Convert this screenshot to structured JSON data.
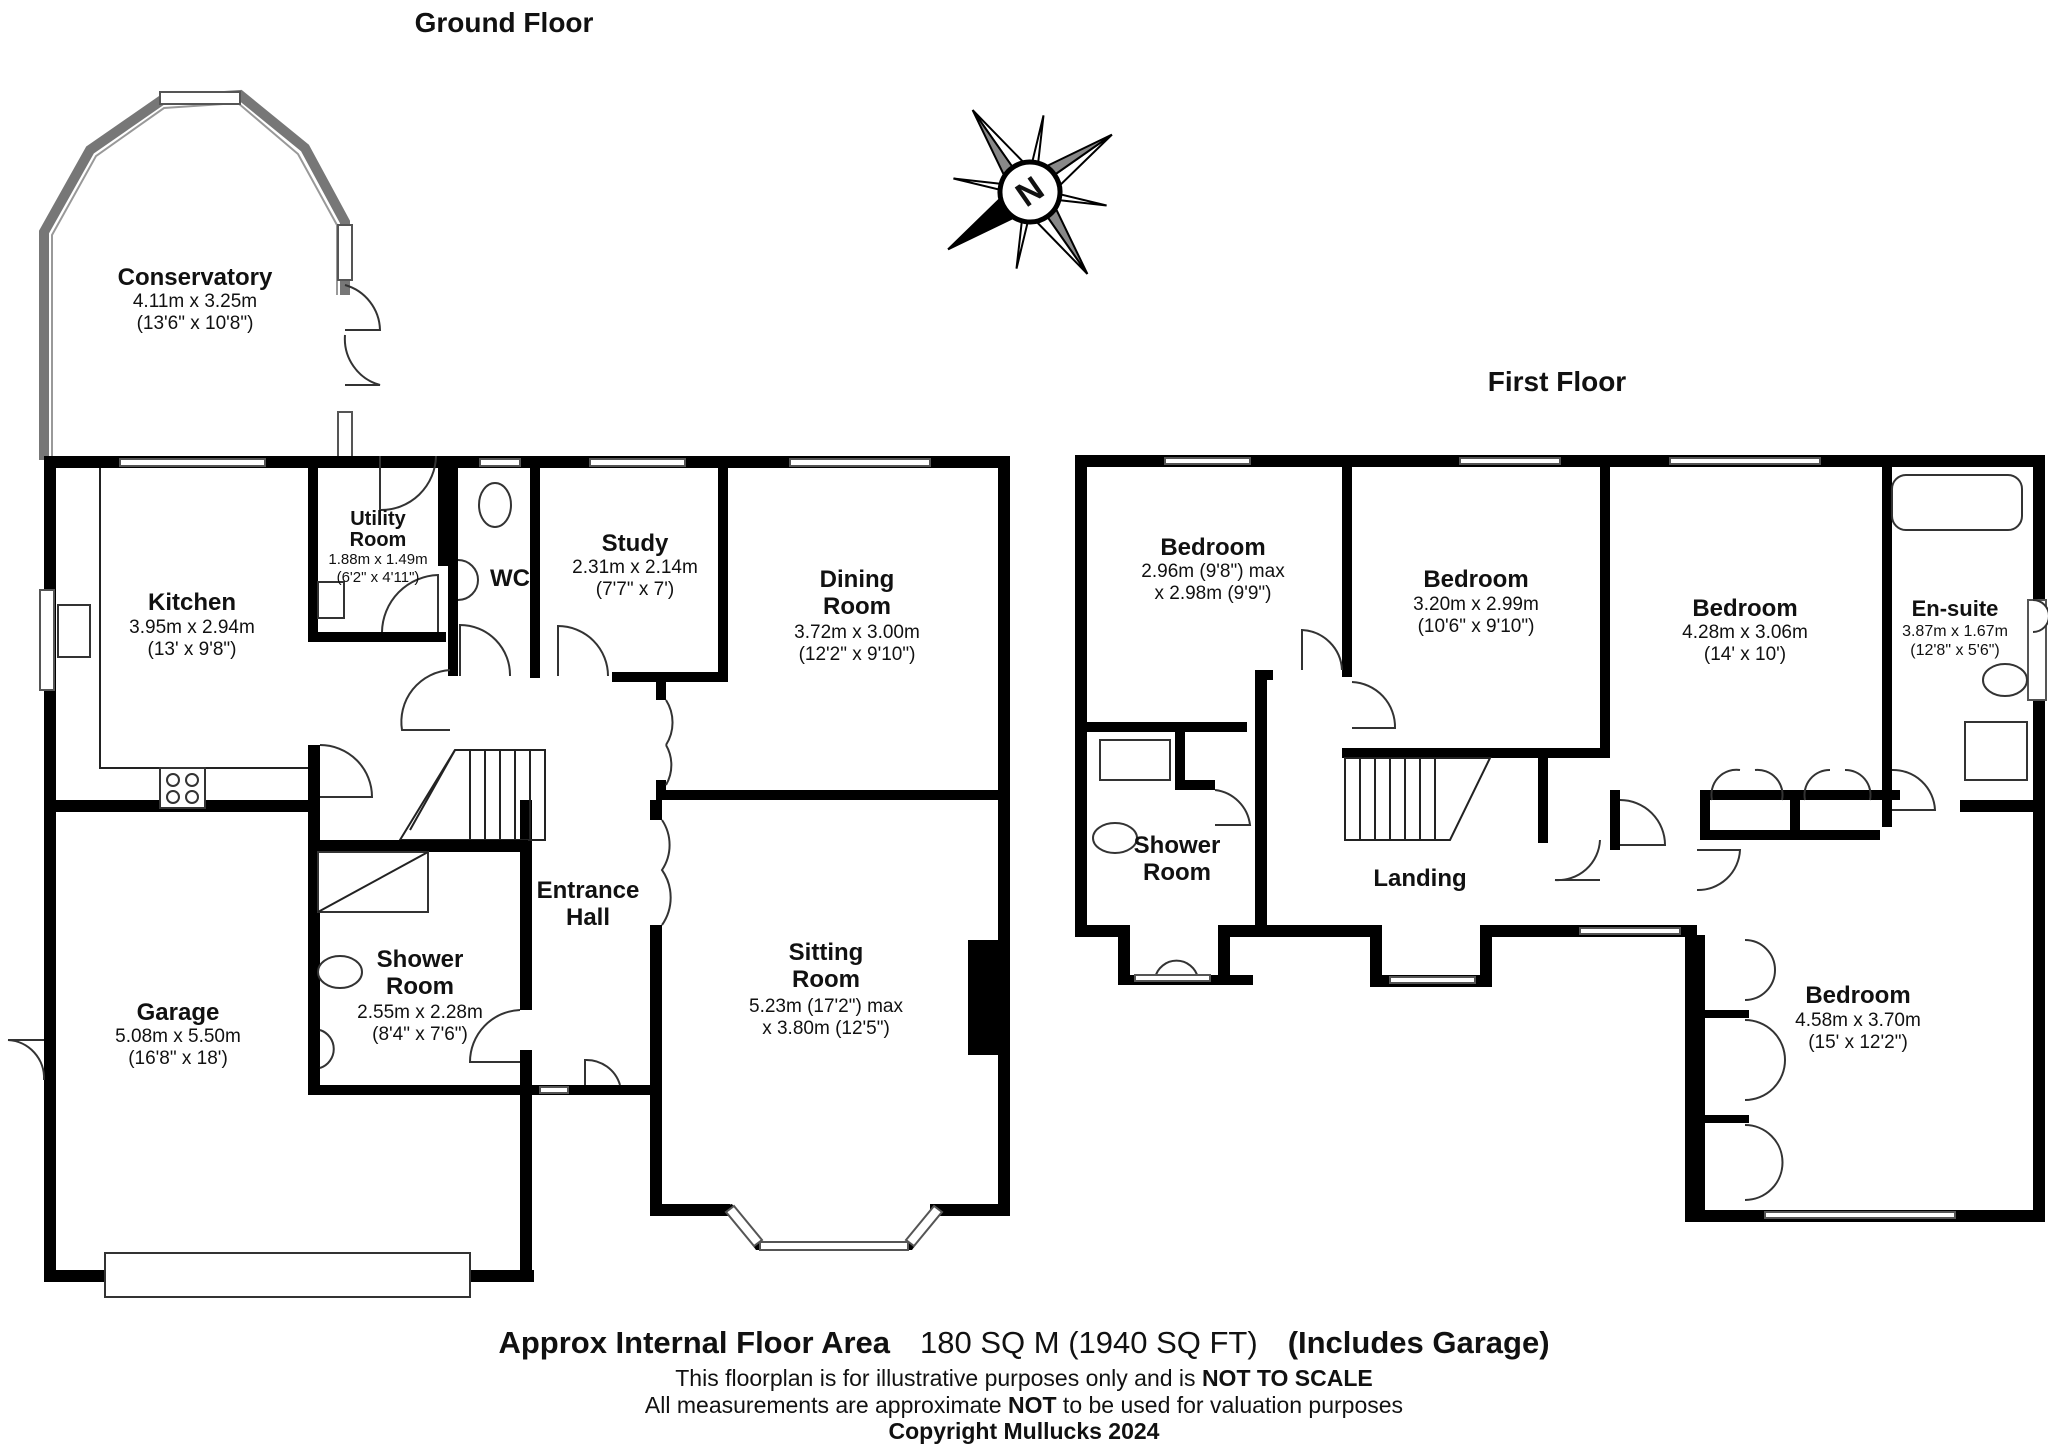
{
  "floors": {
    "ground": "Ground Floor",
    "first": "First Floor"
  },
  "compass": {
    "letter": "N",
    "icon": "compass-icon"
  },
  "rooms": {
    "conservatory": {
      "name": "Conservatory",
      "dim1": "4.11m x 3.25m",
      "dim2": "(13'6\" x 10'8\")"
    },
    "utility": {
      "name1": "Utility",
      "name2": "Room",
      "dim1": "1.88m x 1.49m",
      "dim2": "(6'2\" x 4'11\")"
    },
    "wc": {
      "name": "WC"
    },
    "study": {
      "name": "Study",
      "dim1": "2.31m x 2.14m",
      "dim2": "(7'7\" x 7')"
    },
    "dining": {
      "name1": "Dining",
      "name2": "Room",
      "dim1": "3.72m x 3.00m",
      "dim2": "(12'2\" x 9'10\")"
    },
    "kitchen": {
      "name": "Kitchen",
      "dim1": "3.95m x 2.94m",
      "dim2": "(13' x 9'8\")"
    },
    "entrance": {
      "name1": "Entrance",
      "name2": "Hall"
    },
    "shower_g": {
      "name1": "Shower",
      "name2": "Room",
      "dim1": "2.55m x 2.28m",
      "dim2": "(8'4\" x 7'6\")"
    },
    "garage": {
      "name": "Garage",
      "dim1": "5.08m x 5.50m",
      "dim2": "(16'8\" x 18')"
    },
    "sitting": {
      "name1": "Sitting",
      "name2": "Room",
      "dim1": "5.23m (17'2\") max",
      "dim2": "x 3.80m (12'5\")"
    },
    "bed1": {
      "name": "Bedroom",
      "dim1": "2.96m (9'8\") max",
      "dim2": "x 2.98m (9'9\")"
    },
    "bed2": {
      "name": "Bedroom",
      "dim1": "3.20m x 2.99m",
      "dim2": "(10'6\" x 9'10\")"
    },
    "bed3": {
      "name": "Bedroom",
      "dim1": "4.28m x 3.06m",
      "dim2": "(14' x 10')"
    },
    "ensuite": {
      "name": "En-suite",
      "dim1": "3.87m x 1.67m",
      "dim2": "(12'8\" x 5'6\")"
    },
    "shower_f": {
      "name1": "Shower",
      "name2": "Room"
    },
    "landing": {
      "name": "Landing"
    },
    "bed4": {
      "name": "Bedroom",
      "dim1": "4.58m x 3.70m",
      "dim2": "(15' x 12'2\")"
    }
  },
  "footer": {
    "area_label": "Approx Internal Floor Area",
    "area_value": "180 SQ M (1940 SQ FT)",
    "area_note": "(Includes Garage)",
    "line2_a": "This floorplan is for illustrative purposes  only and is ",
    "line2_b": "NOT TO SCALE",
    "line3_a": "All measurements are approximate ",
    "line3_b": "NOT",
    "line3_c": " to be used for valuation purposes",
    "copyright": "Copyright Mullucks 2024"
  }
}
